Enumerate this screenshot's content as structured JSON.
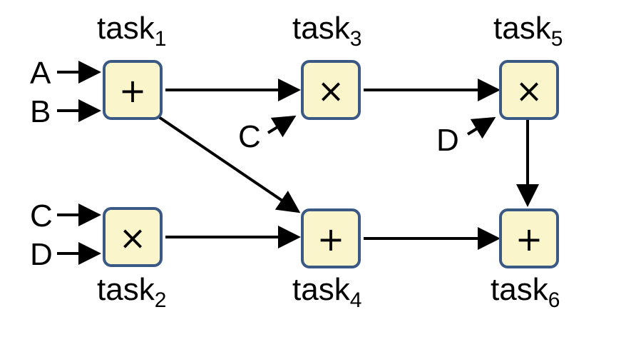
{
  "tasks": [
    {
      "id": "task1",
      "name": "task",
      "sub": "1",
      "op": "+"
    },
    {
      "id": "task2",
      "name": "task",
      "sub": "2",
      "op": "×"
    },
    {
      "id": "task3",
      "name": "task",
      "sub": "3",
      "op": "×"
    },
    {
      "id": "task4",
      "name": "task",
      "sub": "4",
      "op": "+"
    },
    {
      "id": "task5",
      "name": "task",
      "sub": "5",
      "op": "×"
    },
    {
      "id": "task6",
      "name": "task",
      "sub": "6",
      "op": "+"
    }
  ],
  "inputs": {
    "t1_a": "A",
    "t1_b": "B",
    "t2_c": "C",
    "t2_d": "D",
    "t3_c": "C",
    "t5_d": "D"
  },
  "edges": [
    {
      "from": "task1",
      "to": "task3"
    },
    {
      "from": "task1",
      "to": "task4"
    },
    {
      "from": "task2",
      "to": "task4"
    },
    {
      "from": "task3",
      "to": "task5"
    },
    {
      "from": "task4",
      "to": "task6"
    },
    {
      "from": "task5",
      "to": "task6"
    }
  ],
  "colors": {
    "box_fill": "#fbf5cc",
    "box_stroke": "#3a5a85",
    "edge": "#000000"
  }
}
